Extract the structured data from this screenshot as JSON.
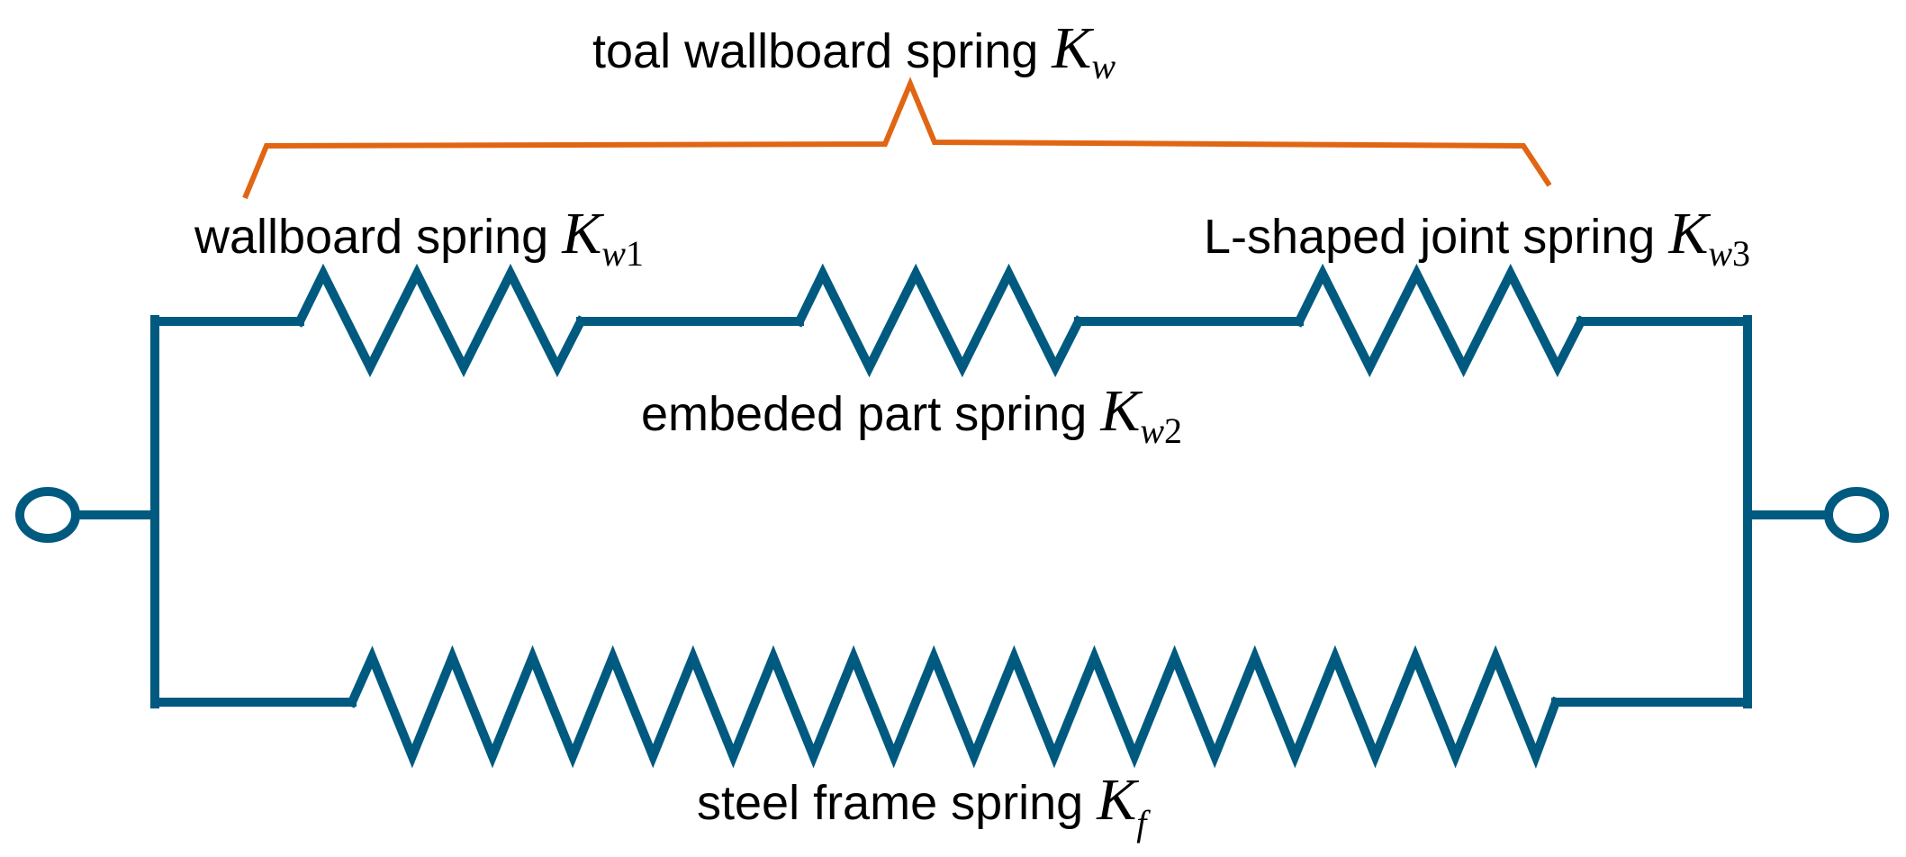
{
  "colors": {
    "circuit": "#005a80",
    "brace": "#e06614",
    "text": "#000000"
  },
  "labels": {
    "total": {
      "text": "toal wallboard spring ",
      "symbol": "K",
      "sub": "w",
      "sub_num": ""
    },
    "wallboard": {
      "text": "wallboard spring ",
      "symbol": "K",
      "sub": "w",
      "sub_num": "1"
    },
    "embedded": {
      "text": "embeded part spring ",
      "symbol": "K",
      "sub": "w",
      "sub_num": "2"
    },
    "joint": {
      "text": "L-shaped joint spring ",
      "symbol": "K",
      "sub": "w",
      "sub_num": "3"
    },
    "frame": {
      "text": "steel frame spring ",
      "symbol": "K",
      "sub": "f",
      "sub_num": ""
    }
  }
}
